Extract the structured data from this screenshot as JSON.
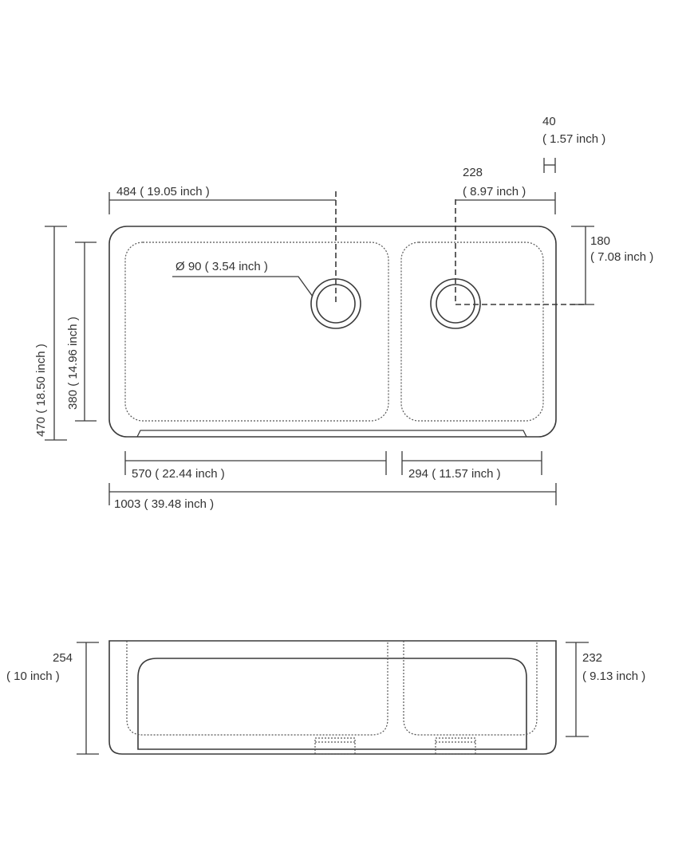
{
  "dimensions": {
    "lip_width": {
      "value": "40",
      "inch": "( 1.57 inch )"
    },
    "drain_right_offset": {
      "value": "228",
      "inch": "( 8.97 inch )"
    },
    "drain_left_offset": "484 ( 19.05 inch )",
    "drain_front_offset": {
      "value": "180",
      "inch": "( 7.08 inch )"
    },
    "drain_diameter": "Ø 90 ( 3.54 inch )",
    "overall_depth": "470 ( 18.50 inch )",
    "bowl_depth": "380 ( 14.96 inch )",
    "left_bowl_width": "570 ( 22.44 inch )",
    "right_bowl_width": "294 ( 11.57 inch )",
    "overall_width": "1003 ( 39.48 inch )",
    "overall_height": {
      "value": "254",
      "inch": "( 10 inch )"
    },
    "bowl_height": {
      "value": "232",
      "inch": "( 9.13 inch )"
    }
  }
}
